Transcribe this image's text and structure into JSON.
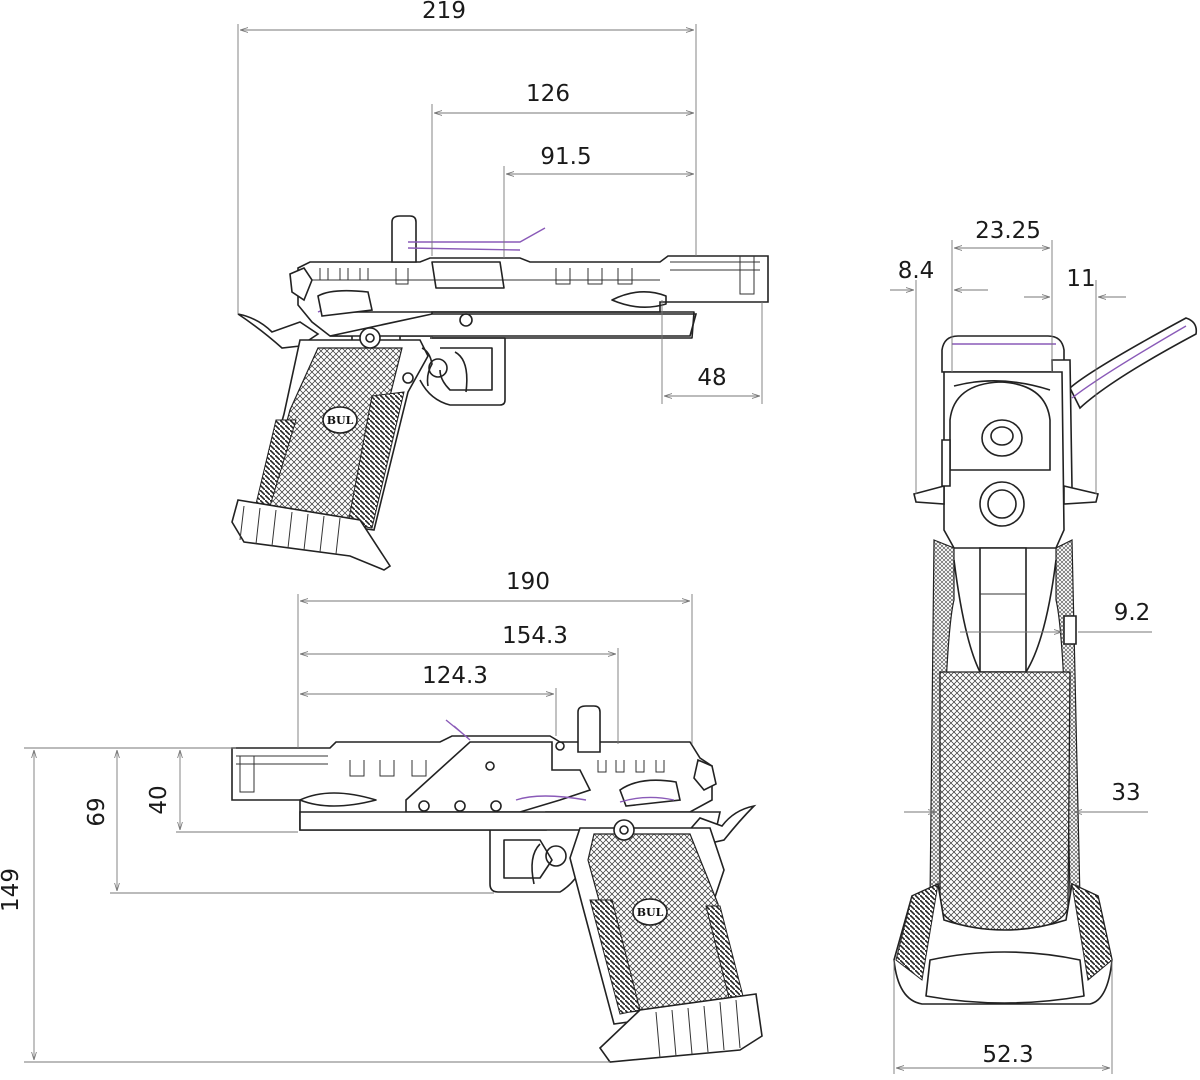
{
  "colors": {
    "line": "#222222",
    "dimension": "#777777",
    "accent": "#8a5ab8",
    "background": "#ffffff"
  },
  "logo_text": "BUL",
  "views": {
    "side_right": {
      "dimensions": {
        "d219": "219",
        "d126": "126",
        "d91_5": "91.5",
        "d48": "48"
      }
    },
    "side_left": {
      "dimensions": {
        "d190": "190",
        "d154_3": "154.3",
        "d124_3": "124.3",
        "d149": "149",
        "d69": "69",
        "d40": "40"
      }
    },
    "rear": {
      "dimensions": {
        "d23_25": "23.25",
        "d8_4": "8.4",
        "d11": "11",
        "d9_2": "9.2",
        "d33": "33",
        "d52_3": "52.3"
      }
    }
  }
}
